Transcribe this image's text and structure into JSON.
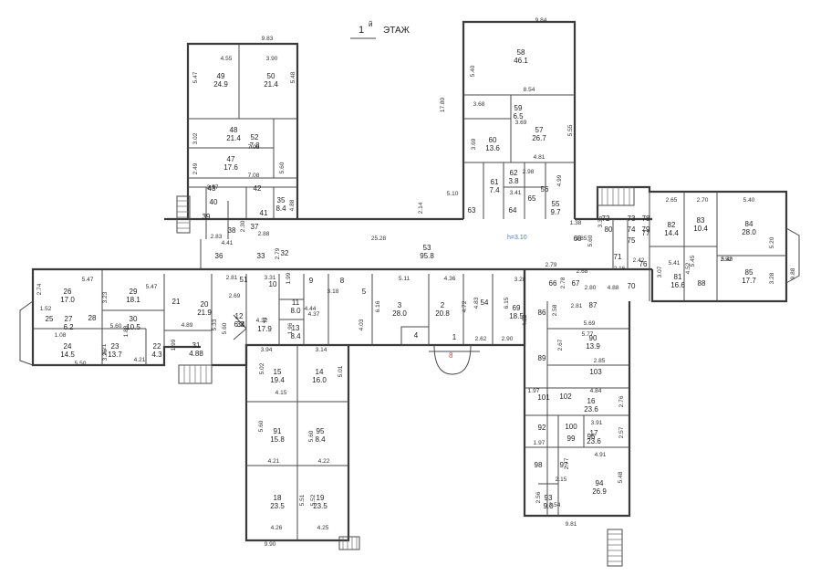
{
  "title": {
    "number": "1",
    "suffix": "й",
    "text": "ЭТАЖ"
  },
  "corridor_height": "h=3.10",
  "entrance_mark": "8",
  "rooms": [
    {
      "no": "49",
      "area": "24.9"
    },
    {
      "no": "50",
      "area": "21.4"
    },
    {
      "no": "48",
      "area": "21.4"
    },
    {
      "no": "52",
      "area": "7.8"
    },
    {
      "no": "47",
      "area": "17.6"
    },
    {
      "no": "35",
      "area": "8.4"
    },
    {
      "no": "58",
      "area": "46.1"
    },
    {
      "no": "59",
      "area": "6.5"
    },
    {
      "no": "60",
      "area": "13.6"
    },
    {
      "no": "57",
      "area": "26.7"
    },
    {
      "no": "62",
      "area": "3.8"
    },
    {
      "no": "61",
      "area": "7.4"
    },
    {
      "no": "55",
      "area": "9.7"
    },
    {
      "no": "82",
      "area": "14.4"
    },
    {
      "no": "83",
      "area": "10.4"
    },
    {
      "no": "84",
      "area": "28.0"
    },
    {
      "no": "81",
      "area": "16.6"
    },
    {
      "no": "85",
      "area": "17.7"
    },
    {
      "no": "53",
      "area": "95.8"
    },
    {
      "no": "26",
      "area": "17.0"
    },
    {
      "no": "29",
      "area": "18.1"
    },
    {
      "no": "27",
      "area": "6.2"
    },
    {
      "no": "30",
      "area": "10.5"
    },
    {
      "no": "24",
      "area": "14.5"
    },
    {
      "no": "23",
      "area": "13.7"
    },
    {
      "no": "22",
      "area": "4.3"
    },
    {
      "no": "20",
      "area": "21.9"
    },
    {
      "no": "31",
      "area": "4.88"
    },
    {
      "no": "11",
      "area": "8.0"
    },
    {
      "no": "12",
      "area": "6.2"
    },
    {
      "no": "7",
      "area": "17.9"
    },
    {
      "no": "13",
      "area": "8.4"
    },
    {
      "no": "3",
      "area": "28.0"
    },
    {
      "no": "2",
      "area": "20.8"
    },
    {
      "no": "69",
      "area": "18.5"
    },
    {
      "no": "15",
      "area": "19.4"
    },
    {
      "no": "14",
      "area": "16.0"
    },
    {
      "no": "90",
      "area": "13.9"
    },
    {
      "no": "16",
      "area": "23.6"
    },
    {
      "no": "17",
      "area": "23.6"
    },
    {
      "no": "91",
      "area": "15.8"
    },
    {
      "no": "95",
      "area": "8.4"
    },
    {
      "no": "18",
      "area": "23.5"
    },
    {
      "no": "19",
      "area": "23.5"
    },
    {
      "no": "94",
      "area": "26.9"
    },
    {
      "no": "93",
      "area": "9.0"
    }
  ],
  "room_numbers_only": [
    "43",
    "42",
    "41",
    "40",
    "39",
    "38",
    "37",
    "36",
    "33",
    "32",
    "63",
    "64",
    "65",
    "56",
    "72",
    "73",
    "74",
    "75",
    "77",
    "78",
    "79",
    "68",
    "71",
    "76",
    "70",
    "67",
    "88",
    "66",
    "86",
    "87",
    "9",
    "10",
    "51",
    "8",
    "5",
    "4",
    "1",
    "54",
    "28",
    "25",
    "21",
    "34",
    "89",
    "103",
    "101",
    "102",
    "100",
    "99",
    "96",
    "98",
    "97",
    "92",
    "80"
  ],
  "dimensions": [
    "9.83",
    "4.55",
    "3.90",
    "5.47",
    "5.48",
    "3.02",
    "7.08",
    "2.49",
    "7.08",
    "5.60",
    "3.57",
    "4.88",
    "2.83",
    "2.30",
    "2.88",
    "2.79",
    "4.41",
    "9.84",
    "5.40",
    "17.80",
    "8.54",
    "3.68",
    "3.69",
    "5.55",
    "3.69",
    "4.81",
    "2.98",
    "3.41",
    "4.99",
    "5.10",
    "2.14",
    "1.38",
    "3.35",
    "5.60",
    "3.85",
    "2.65",
    "2.70",
    "5.40",
    "5.45",
    "4.52",
    "5.20",
    "3.07",
    "5.41",
    "2.52",
    "5.40",
    "3.28",
    "9.88",
    "25.28",
    "2.68",
    "2.79",
    "2.42",
    "2.16",
    "2.80",
    "4.88",
    "3.28",
    "2.78",
    "2.81",
    "5.11",
    "4.36",
    "4.72",
    "4.83",
    "6.15",
    "4.22",
    "6.16",
    "4.03",
    "3.31",
    "1.99",
    "2.81",
    "3.18",
    "4.44",
    "4.37",
    "4.32",
    "1.96",
    "2.69",
    "5.33",
    "5.60",
    "2.74",
    "5.47",
    "1.52",
    "3.23",
    "5.47",
    "5.60",
    "1.88",
    "4.89",
    "3.21",
    "1.08",
    "3.26",
    "5.50",
    "4.21",
    "1.99",
    "2.62",
    "2.90",
    "2.58",
    "5.69",
    "5.77",
    "2.67",
    "2.85",
    "3.94",
    "3.14",
    "5.02",
    "5.01",
    "4.15",
    "1.97",
    "4.84",
    "2.76",
    "5.60",
    "5.60",
    "3.91",
    "2.57",
    "1.97",
    "4.91",
    "4.21",
    "4.22",
    "5.51",
    "5.52",
    "2.15",
    "2.77",
    "5.48",
    "2.56",
    "3.54",
    "4.26",
    "4.25",
    "9.90",
    "9.81"
  ]
}
